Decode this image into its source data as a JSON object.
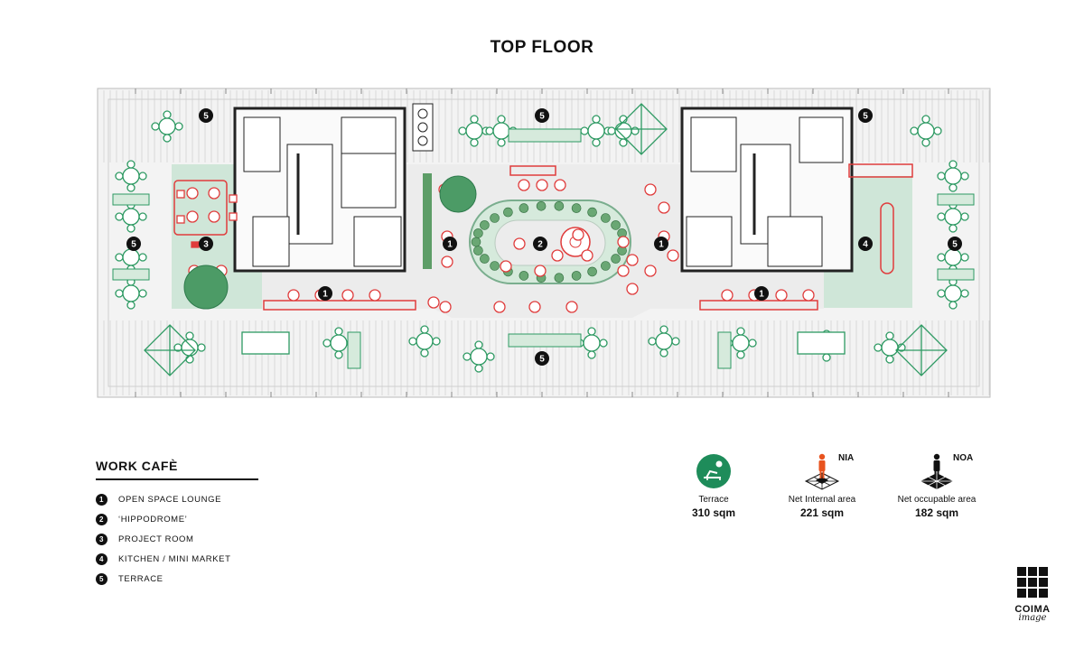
{
  "page": {
    "title": "TOP FLOOR"
  },
  "plan": {
    "markers": [
      {
        "id": "m5-tl",
        "label": "5"
      },
      {
        "id": "m5-tc",
        "label": "5"
      },
      {
        "id": "m5-tr",
        "label": "5"
      },
      {
        "id": "m5-ml",
        "label": "5"
      },
      {
        "id": "m5-mr",
        "label": "5"
      },
      {
        "id": "m5-bc",
        "label": "5"
      },
      {
        "id": "m3",
        "label": "3"
      },
      {
        "id": "m1-a",
        "label": "1"
      },
      {
        "id": "m1-b",
        "label": "1"
      },
      {
        "id": "m1-c",
        "label": "1"
      },
      {
        "id": "m1-d",
        "label": "1"
      },
      {
        "id": "m2",
        "label": "2"
      },
      {
        "id": "m4",
        "label": "4"
      }
    ]
  },
  "legend": {
    "heading": "WORK CAFÈ",
    "items": [
      {
        "number": "1",
        "label": "OPEN SPACE LOUNGE"
      },
      {
        "number": "2",
        "label": "‘HIPPODROME’"
      },
      {
        "number": "3",
        "label": "PROJECT ROOM"
      },
      {
        "number": "4",
        "label": "KITCHEN / MINI MARKET"
      },
      {
        "number": "5",
        "label": "TERRACE"
      }
    ]
  },
  "areas": [
    {
      "key": "terrace",
      "tag": "",
      "label": "Terrace",
      "value": "310 sqm",
      "icon": "sunbed-icon",
      "color": "#1e8c5a"
    },
    {
      "key": "nia",
      "tag": "NIA",
      "label": "Net Internal area",
      "value": "221 sqm",
      "icon": "person-grid-icon",
      "color": "#e8531e"
    },
    {
      "key": "noa",
      "tag": "NOA",
      "label": "Net occupable area",
      "value": "182 sqm",
      "icon": "person-grid-icon",
      "color": "#111111"
    }
  ],
  "logo": {
    "word": "COIMA",
    "sub": "image"
  },
  "colors": {
    "terrace_green": "#2e9a63",
    "furniture_red": "#e03c3c",
    "zone_green": "#cfe6d8",
    "lounge_grey": "#ececec"
  }
}
